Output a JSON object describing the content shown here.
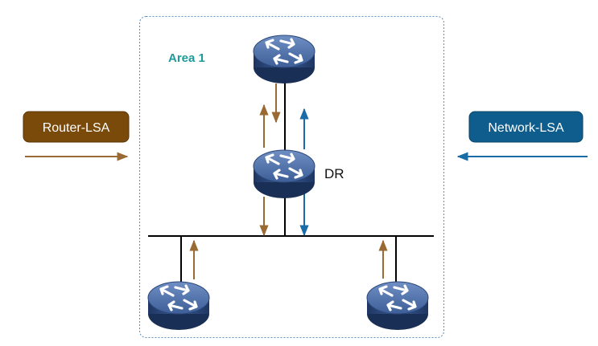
{
  "area": {
    "label": "Area 1"
  },
  "dr": {
    "label": "DR"
  },
  "legend": {
    "router_lsa": {
      "label": "Router-LSA"
    },
    "network_lsa": {
      "label": "Network-LSA"
    }
  },
  "colors": {
    "router_lsa": "#9a6a34",
    "router_lsa_box": "#7a4a0b",
    "network_lsa": "#1a6ca6",
    "network_lsa_box": "#0e5d8d",
    "area_label": "#1d9a9a",
    "area_border": "#5a8fbf",
    "router_body": "#2f4f86",
    "link": "#000000"
  },
  "routers": [
    {
      "id": "router-top",
      "role": "router"
    },
    {
      "id": "router-dr",
      "role": "DR"
    },
    {
      "id": "router-bottom-left",
      "role": "router"
    },
    {
      "id": "router-bottom-right",
      "role": "router"
    }
  ]
}
